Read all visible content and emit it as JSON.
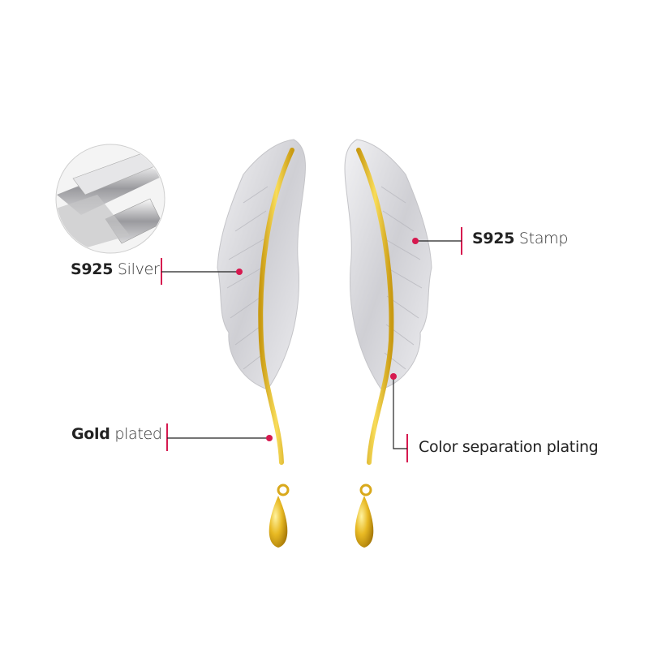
{
  "callouts": {
    "silver": {
      "bold": "S925",
      "text": "Silver"
    },
    "gold": {
      "bold": "Gold",
      "text": "plated"
    },
    "stamp": {
      "bold": "S925",
      "text": "Stamp"
    },
    "separation": {
      "text": "Color separation plating"
    }
  },
  "colors": {
    "accent": "#d6194f",
    "gold": "#e8b923",
    "silver": "#d8d8dc",
    "line": "#222222"
  },
  "icons": [
    "silver-bars-image",
    "feather-earring-left",
    "feather-earring-right"
  ]
}
